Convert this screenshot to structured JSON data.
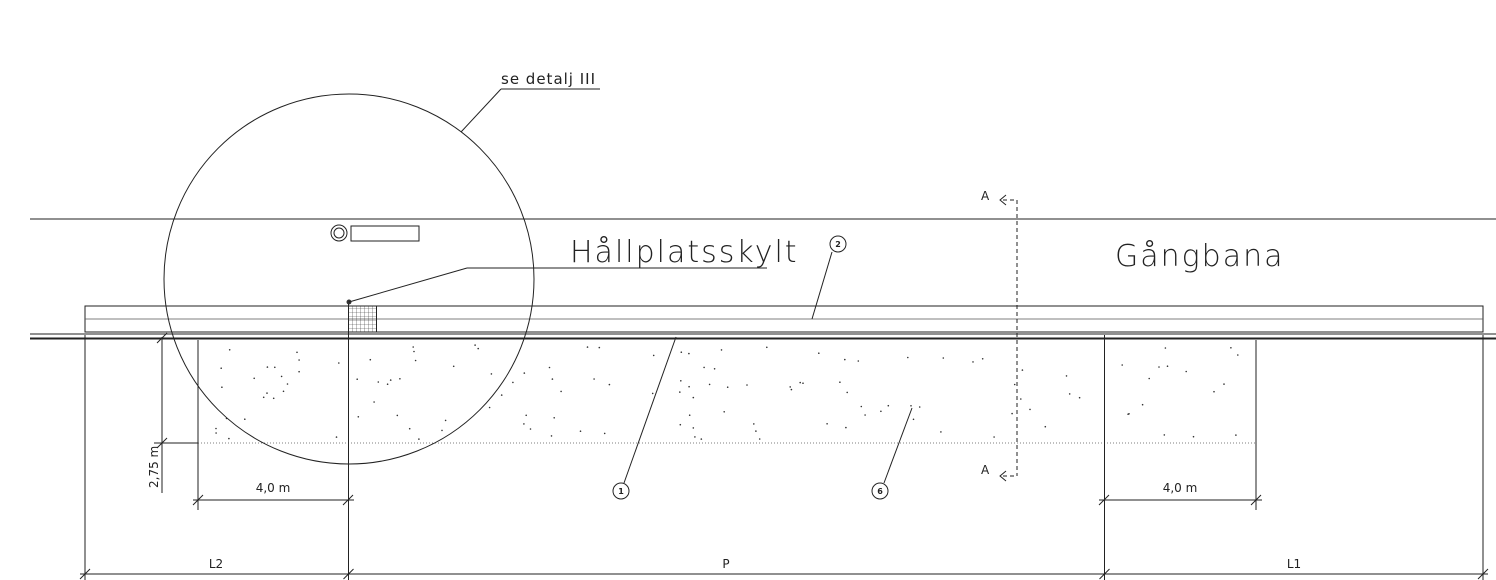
{
  "labels": {
    "detail_callout": "se detalj III",
    "stop_sign": "Hållplatsskylt",
    "walkway": "Gångbana",
    "section_top": "A",
    "section_bottom": "A"
  },
  "markers": {
    "m1": "1",
    "m2": "2",
    "m6": "6"
  },
  "dimensions": {
    "depth": "2,75 m",
    "left_taper_width": "4,0 m",
    "right_taper_width": "4,0 m",
    "segment_l2": "L2",
    "segment_p": "P",
    "segment_l1": "L1"
  }
}
